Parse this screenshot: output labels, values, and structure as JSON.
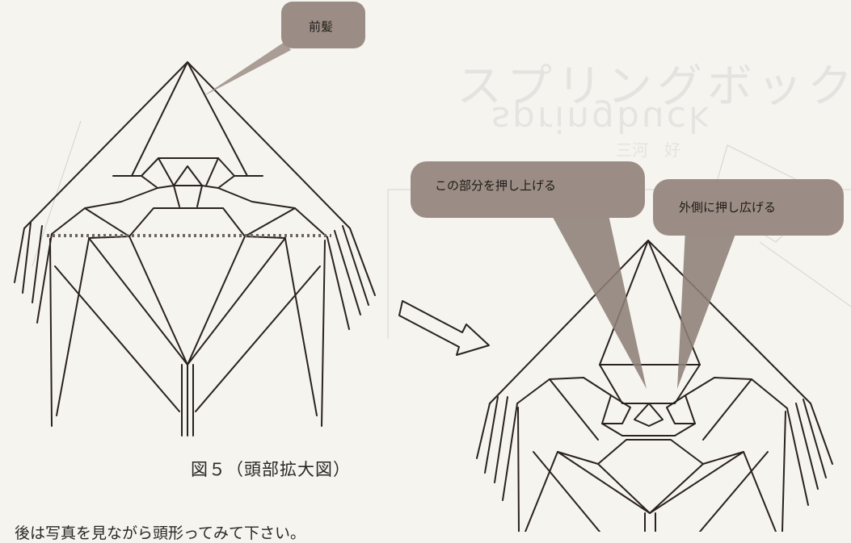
{
  "callouts": {
    "front_hair": "前髪",
    "push_up": "この部分を押し上げる",
    "spread_out": "外側に押し広げる"
  },
  "caption": "図５（頭部拡大図）",
  "bottom_text": "後は写真を見ながら頭形ってみて下さい。",
  "watermark": {
    "kana": "スプリングボック",
    "latin": "springbuck",
    "small": "三河　好"
  },
  "colors": {
    "line": "#2a2220",
    "bubble": "#9b8d85",
    "fold_dots": "#6e6460",
    "background": "#f6f4ef"
  }
}
